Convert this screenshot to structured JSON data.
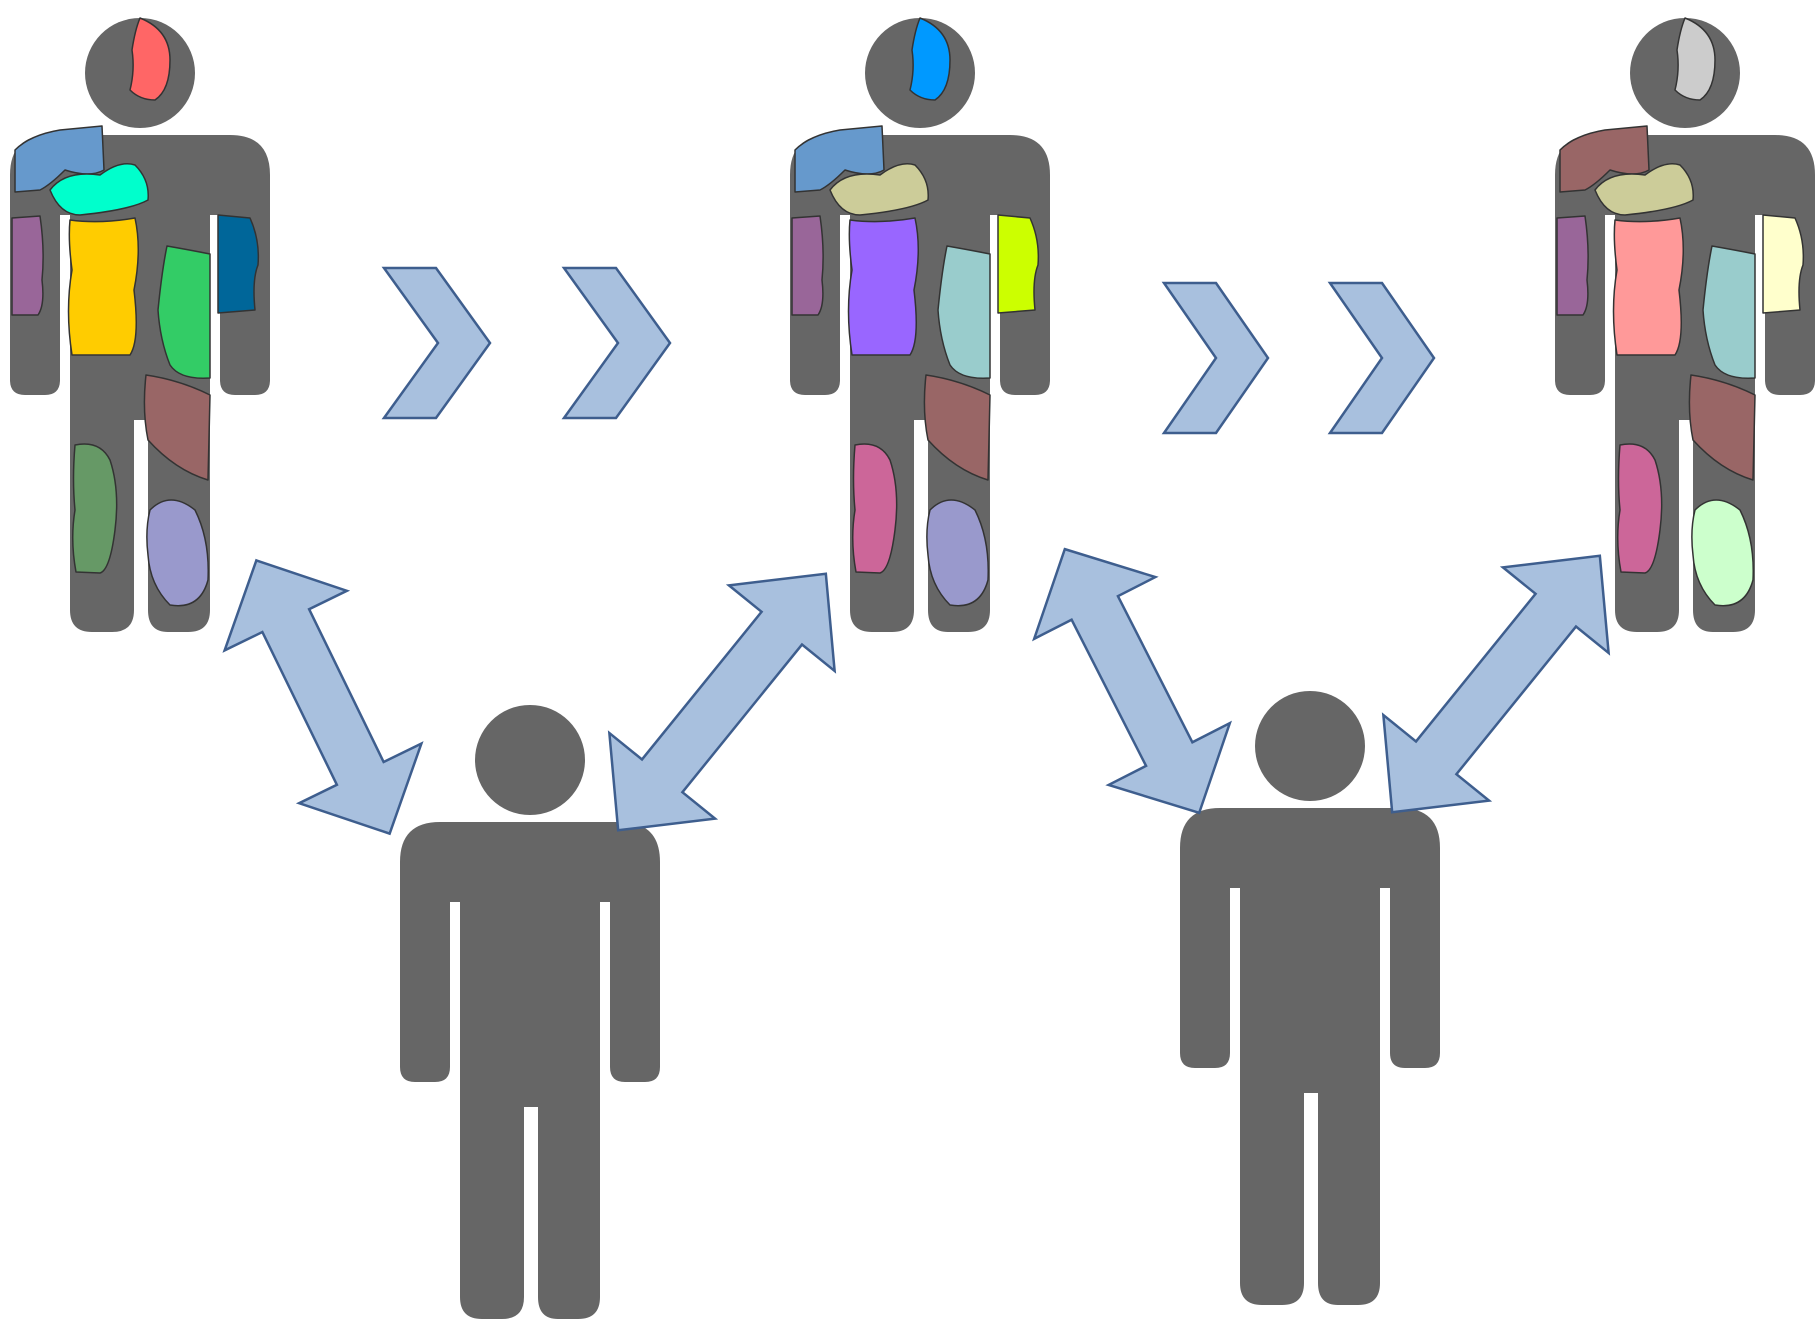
{
  "diagram": {
    "background": "#ffffff",
    "figure_color": "#666666",
    "arrow_fill": "#a8c0de",
    "arrow_stroke": "#3e5e8e",
    "patch_stroke": "#333333",
    "annotated_figures": [
      {
        "name": "figure-1",
        "patches": {
          "head": "#ff6666",
          "shoulder": "#6699cc",
          "upper_chest": "#00ffcc",
          "left_arm": "#996699",
          "torso_left": "#ffcc00",
          "torso_right": "#33cc66",
          "right_arm": "#006699",
          "right_thigh": "#996666",
          "left_shin": "#669966",
          "right_shin": "#9999cc"
        }
      },
      {
        "name": "figure-2",
        "patches": {
          "head": "#0099ff",
          "shoulder": "#6699cc",
          "upper_chest": "#cccc99",
          "left_arm": "#996699",
          "torso_left": "#9966ff",
          "torso_right": "#99cccc",
          "right_arm": "#ccff00",
          "right_thigh": "#996666",
          "left_shin": "#cc6699",
          "right_shin": "#9999cc"
        }
      },
      {
        "name": "figure-3",
        "patches": {
          "head": "#cccccc",
          "shoulder": "#996666",
          "upper_chest": "#cccc99",
          "left_arm": "#996699",
          "torso_left": "#ff9999",
          "torso_right": "#99cccc",
          "right_arm": "#ffffcc",
          "right_thigh": "#996666",
          "left_shin": "#cc6699",
          "right_shin": "#ccffcc"
        }
      }
    ],
    "plain_figures": [
      {
        "name": "observer-1"
      },
      {
        "name": "observer-2"
      }
    ],
    "chevron_groups": 2,
    "double_arrows": 4
  }
}
